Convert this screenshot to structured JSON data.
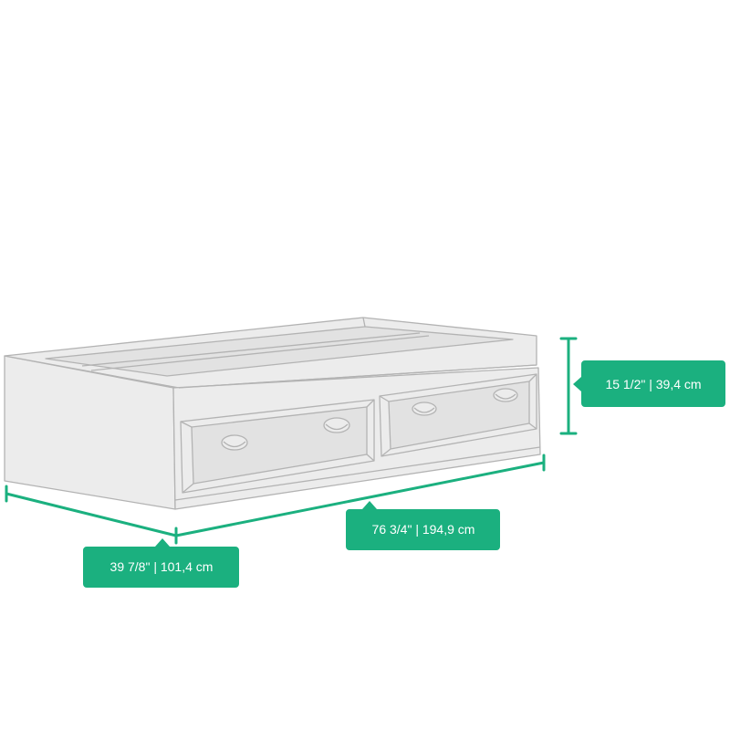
{
  "diagram": {
    "product": "twin storage bed with two drawers",
    "colors": {
      "accent": "#1BB07F",
      "outline": "#b3b3b3",
      "fill": "#ececec",
      "fill_dark": "#e2e2e2",
      "label_text": "#ffffff"
    },
    "dimensions": {
      "height": {
        "label": "15 1/2\" | 39,4 cm"
      },
      "length": {
        "label": "76 3/4\" | 194,9 cm"
      },
      "width": {
        "label": "39 7/8\" | 101,4 cm"
      }
    }
  }
}
